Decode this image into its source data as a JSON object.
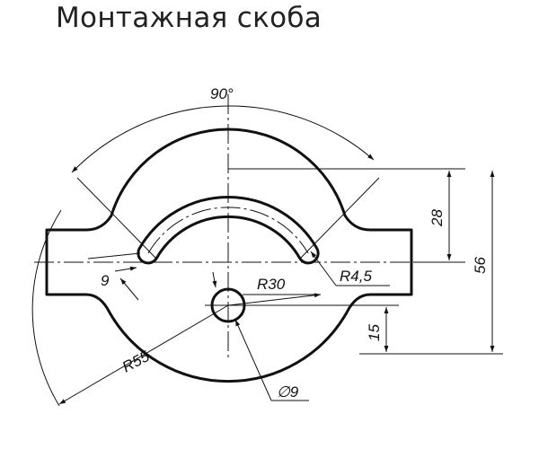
{
  "title": "Монтажная скоба",
  "dimensions": {
    "angle": "90°",
    "height_28": "28",
    "height_56": "56",
    "height_15": "15",
    "width_slot": "9",
    "radius_30": "R30",
    "radius_4_5": "R4,5",
    "radius_55": "R55",
    "hole_diameter": "∅9"
  },
  "colors": {
    "line": "#111111",
    "title": "#222222"
  }
}
